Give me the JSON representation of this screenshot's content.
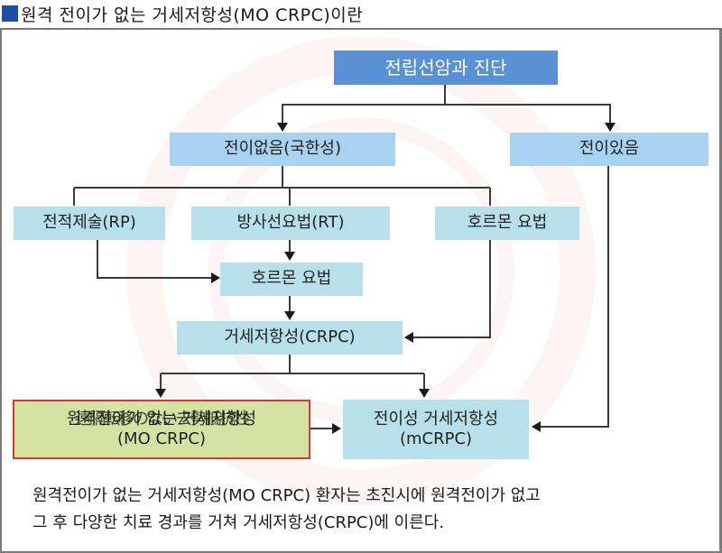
{
  "heading": {
    "title": "원격 전이가 없는 거세저항성(MO CRPC)이란",
    "accent_color": "#1f4fa0"
  },
  "flowchart": {
    "nodes": {
      "diagnosis": "전립선암과 진단",
      "no_metastasis": "전이없음(국한성)",
      "metastasis": "전이있음",
      "radical_prostatectomy": "전적제술(RP)",
      "radiation_therapy": "방사선요법(RT)",
      "hormone_therapy_right": "호르몬 요법",
      "hormone_therapy_center": "호르몬 요법",
      "crpc": "거세저항성(CRPC)",
      "mo_crpc": {
        "line1_korean": "원격전이가 없는 거세저항성",
        "line1_japanese": "遠隔転移のない去勢抵抗性",
        "line2": "(MO CRPC)"
      },
      "mcrpc": {
        "line1": "전이성 거세저항성",
        "line2": "(mCRPC)"
      }
    },
    "colors": {
      "top_box": "#5a91d5",
      "level2_box": "#a8d2ef",
      "treatment_box": "#b7e0ea",
      "highlight_box": "#d4e3a3",
      "highlight_border": "#d8383a"
    }
  },
  "caption": {
    "line1": "원격전이가 없는 거세저항성(MO CRPC) 환자는 초진시에 원격전이가 없고",
    "line2": "그 후 다양한 치료 경과를 거쳐 거세저항성(CRPC)에 이른다."
  }
}
